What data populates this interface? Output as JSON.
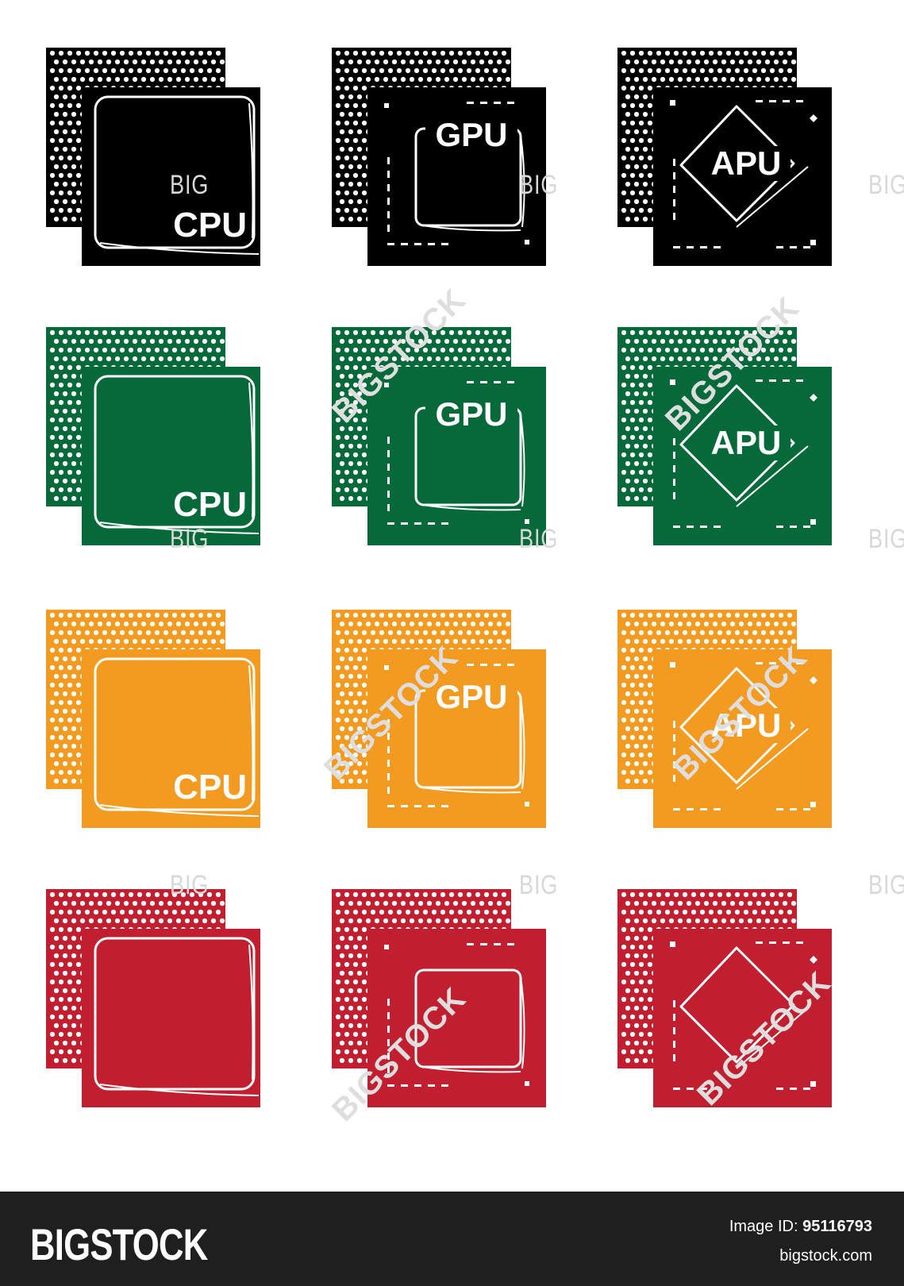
{
  "colors": {
    "black": "#000000",
    "green": "#06693a",
    "orange": "#f39a21",
    "red": "#c11f2f",
    "footer_bg": "#1f1f1f",
    "watermark": "#d8d8d8"
  },
  "chips": [
    {
      "name": "cpu-chip-black",
      "kind": "cpu",
      "color": "#000000",
      "label": "CPU"
    },
    {
      "name": "gpu-chip-black",
      "kind": "gpu",
      "color": "#000000",
      "label": "GPU"
    },
    {
      "name": "apu-chip-black",
      "kind": "apu",
      "color": "#000000",
      "label": "APU"
    },
    {
      "name": "cpu-chip-green",
      "kind": "cpu",
      "color": "#06693a",
      "label": "CPU"
    },
    {
      "name": "gpu-chip-green",
      "kind": "gpu",
      "color": "#06693a",
      "label": "GPU"
    },
    {
      "name": "apu-chip-green",
      "kind": "apu",
      "color": "#06693a",
      "label": "APU"
    },
    {
      "name": "cpu-chip-orange",
      "kind": "cpu",
      "color": "#f39a21",
      "label": "CPU"
    },
    {
      "name": "gpu-chip-orange",
      "kind": "gpu",
      "color": "#f39a21",
      "label": "GPU"
    },
    {
      "name": "apu-chip-orange",
      "kind": "apu",
      "color": "#f39a21",
      "label": "APU"
    },
    {
      "name": "cpu-chip-red",
      "kind": "cpu",
      "color": "#c11f2f",
      "label": ""
    },
    {
      "name": "gpu-chip-red",
      "kind": "gpu",
      "color": "#c11f2f",
      "label": ""
    },
    {
      "name": "apu-chip-red",
      "kind": "apu",
      "color": "#c11f2f",
      "label": ""
    }
  ],
  "watermarks": {
    "big": "BIG",
    "bigstock": "BIGSTOCK"
  },
  "footer": {
    "brand": "BIGSTOCK",
    "image_id_label": "Image ID:",
    "image_id_value": "95116793",
    "site": "bigstock.com"
  }
}
